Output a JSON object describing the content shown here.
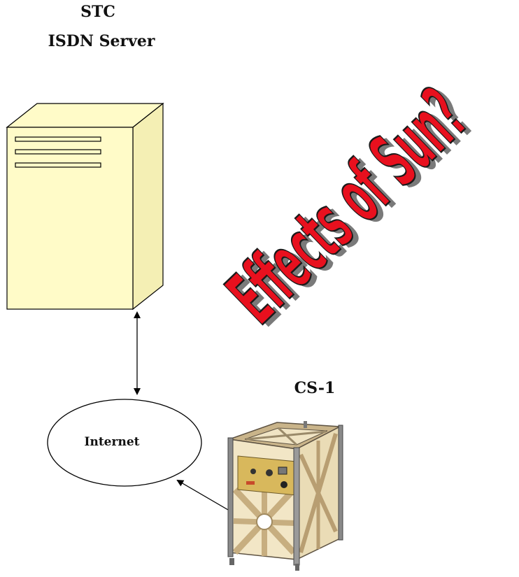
{
  "server": {
    "title_line1": "STC",
    "title_line2": "ISDN Server"
  },
  "network": {
    "label": "Internet"
  },
  "satellite": {
    "label": "CS-1"
  },
  "wordart": {
    "text": "Effects of Sun?",
    "fill_color": "#e8101e",
    "shadow_color": "#7a7a7a"
  },
  "colors": {
    "server_fill": "#fffbc8",
    "server_side": "#f4efb4",
    "line": "#000000"
  }
}
